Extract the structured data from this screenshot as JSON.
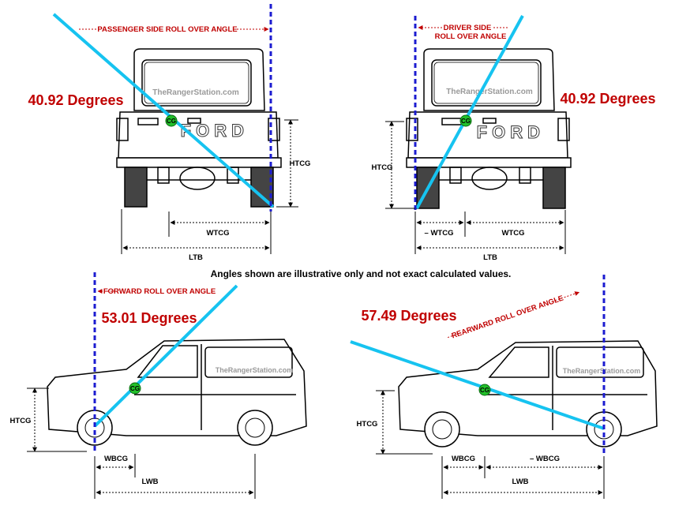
{
  "colors": {
    "angle": "#c00000",
    "blue": "#1c1cd0",
    "cyan": "#16c3f0",
    "cg": "#22c02a",
    "black": "#000000"
  },
  "watermark": "TheRangerStation.com",
  "cg_label": "CG",
  "brand": "FORD",
  "note": "Angles shown are illustrative only and not exact calculated values.",
  "passenger": {
    "title": "PASSENGER SIDE ROLL OVER ANGLE",
    "degrees": "40.92 Degrees",
    "htcg": "HTCG",
    "wtcg": "WTCG",
    "ltb": "LTB"
  },
  "driver": {
    "title1": "DRIVER SIDE",
    "title2": "ROLL OVER ANGLE",
    "degrees": "40.92 Degrees",
    "htcg": "HTCG",
    "minus_wtcg": "– WTCG",
    "wtcg": "WTCG",
    "ltb": "LTB"
  },
  "forward": {
    "title": "FORWARD ROLL OVER ANGLE",
    "degrees": "53.01 Degrees",
    "htcg": "HTCG",
    "wbcg": "WBCG",
    "lwb": "LWB"
  },
  "rearward": {
    "title": "REARWARD ROLL OVER ANGLE",
    "degrees": "57.49 Degrees",
    "htcg": "HTCG",
    "wbcg": "WBCG",
    "minus_wbcg": "– WBCG",
    "lwb": "LWB"
  }
}
